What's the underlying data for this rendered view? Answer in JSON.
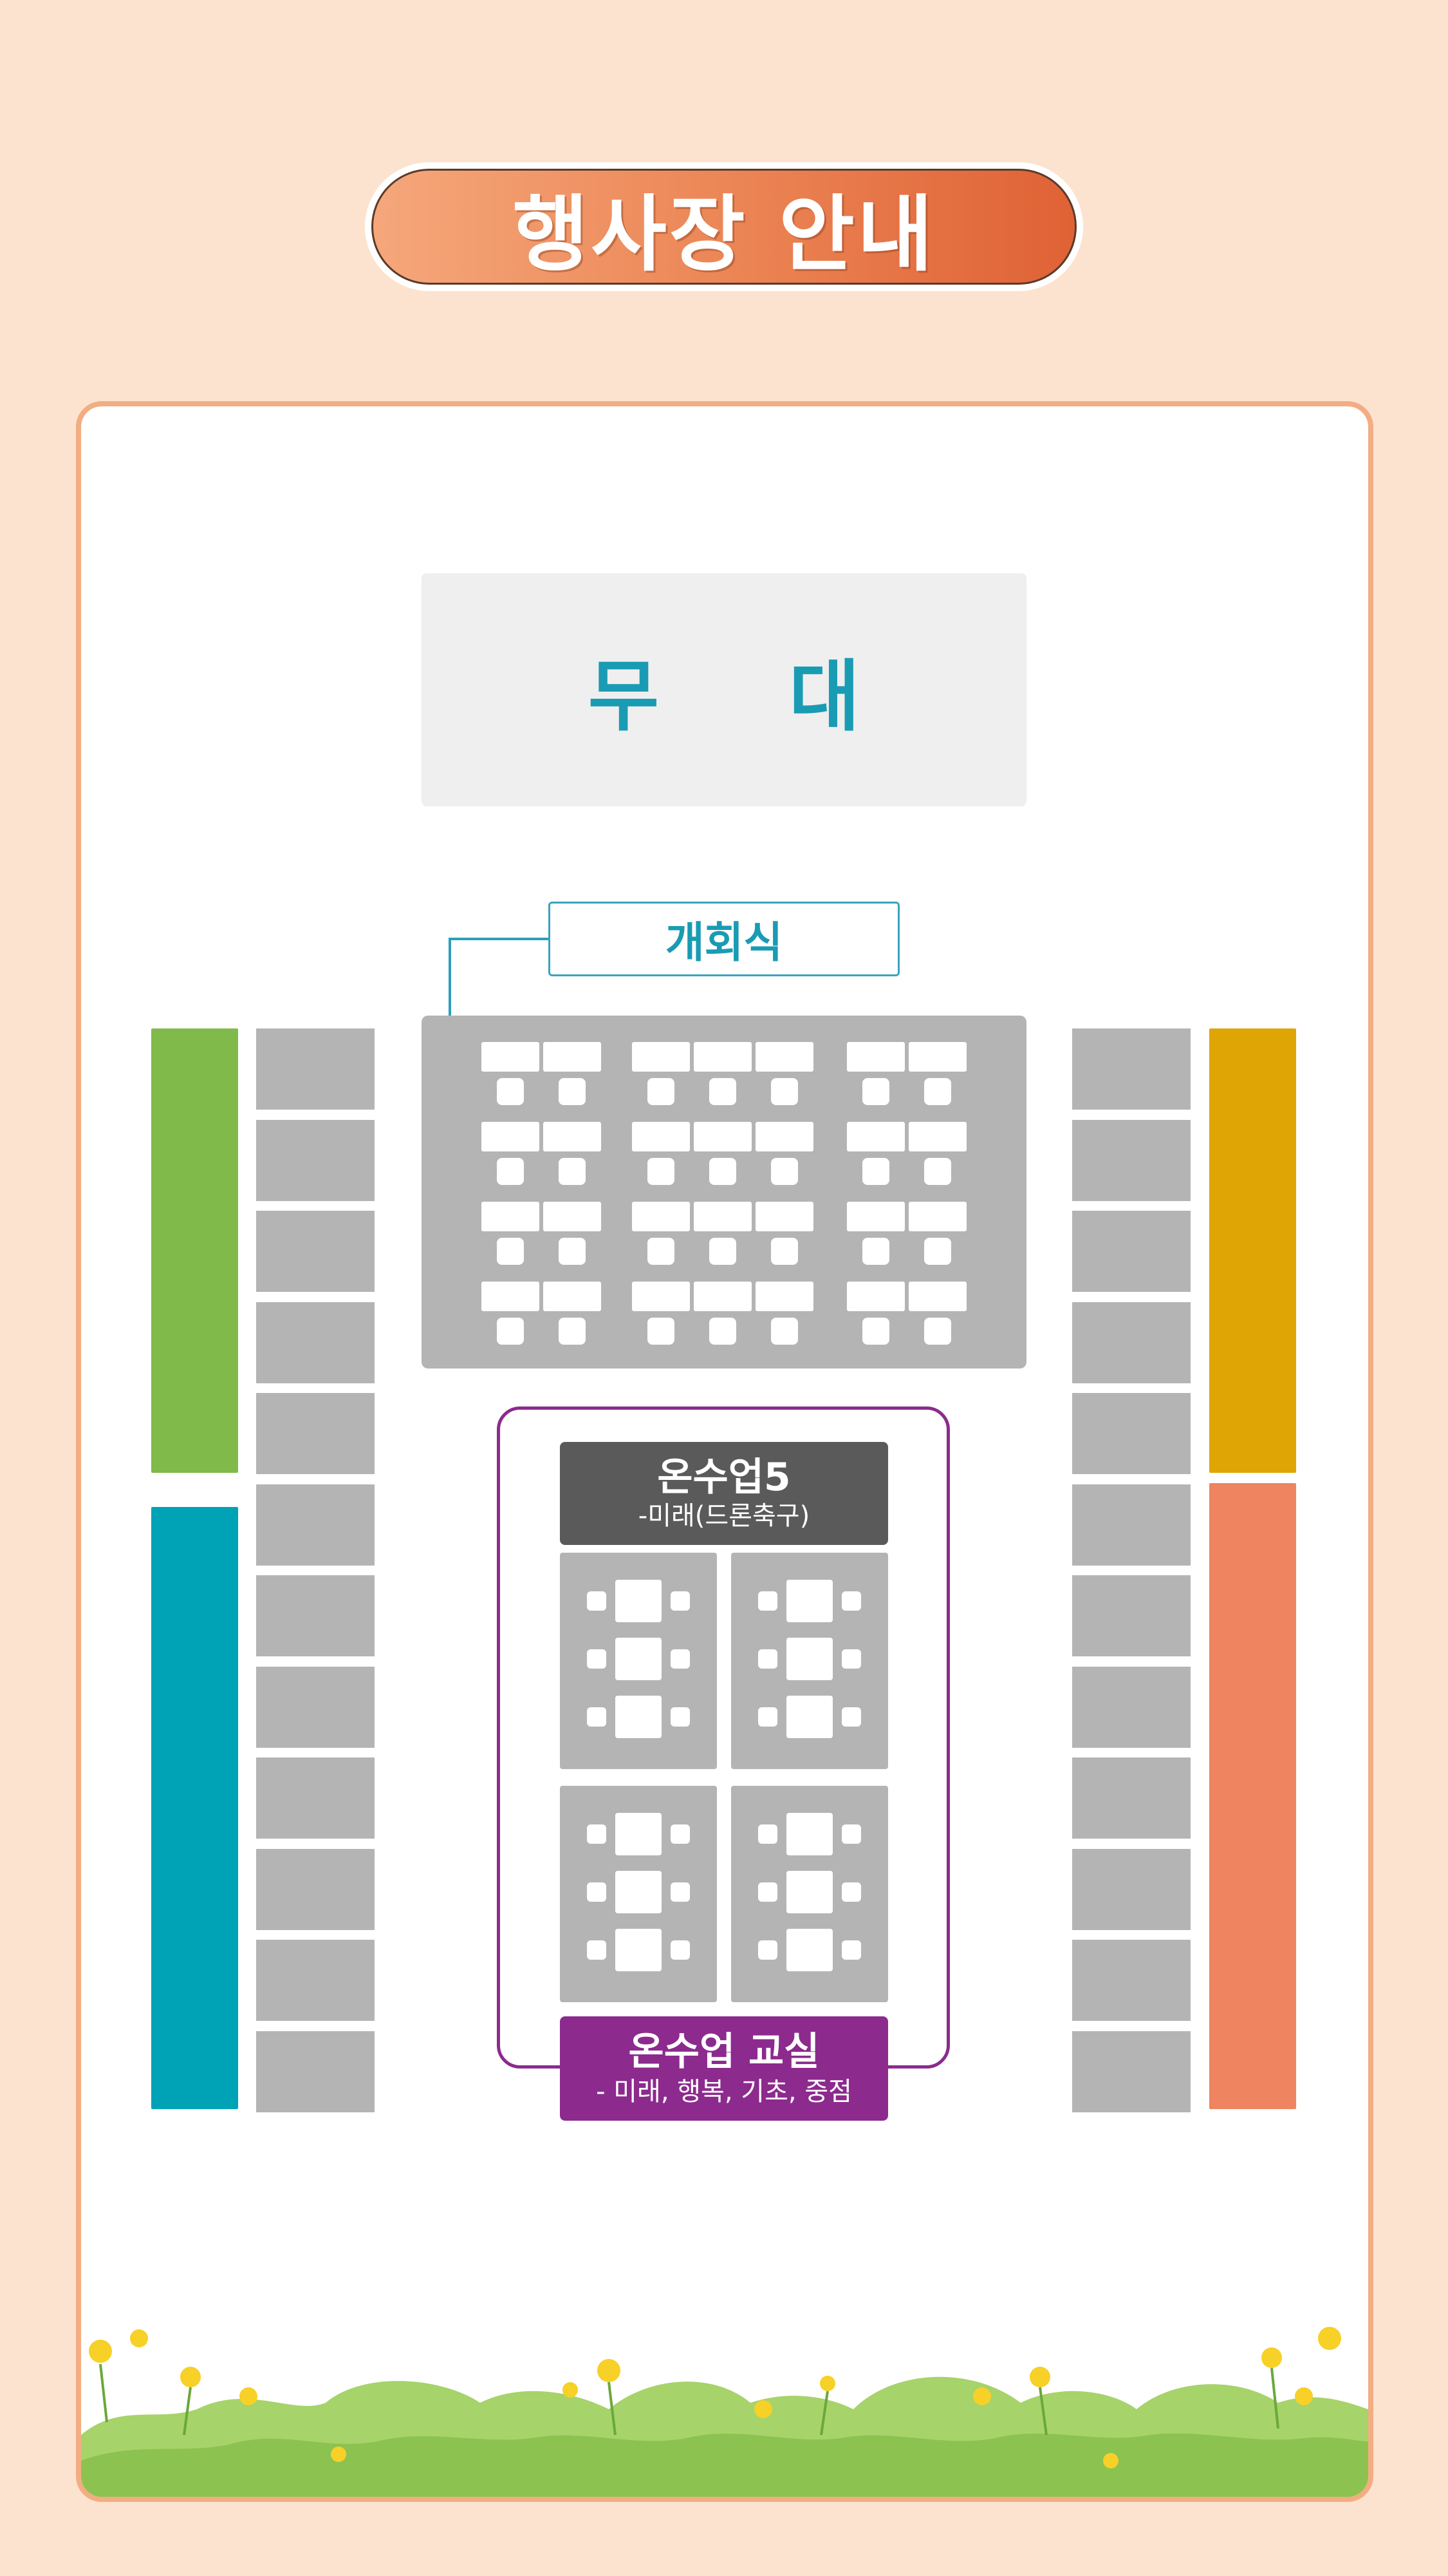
{
  "header": {
    "title": "행사장 안내"
  },
  "stage": {
    "label": "무 대"
  },
  "opening": {
    "label": "개회식"
  },
  "class5": {
    "title": "온수업5",
    "subtitle": "-미래(드론축구)"
  },
  "classroom": {
    "title": "온수업 교실",
    "subtitle": "- 미래, 행복, 기초, 중점"
  },
  "colors": {
    "background": "#fce3cf",
    "card_border": "#f2ad82",
    "accent_blue": "#1a9bb4",
    "purple": "#8c2a8e",
    "green": "#7fba4a",
    "teal": "#00a3b6",
    "mustard": "#dea505",
    "coral": "#ee8460",
    "gray": "#b4b4b4",
    "dark_gray": "#5a5a5a"
  }
}
